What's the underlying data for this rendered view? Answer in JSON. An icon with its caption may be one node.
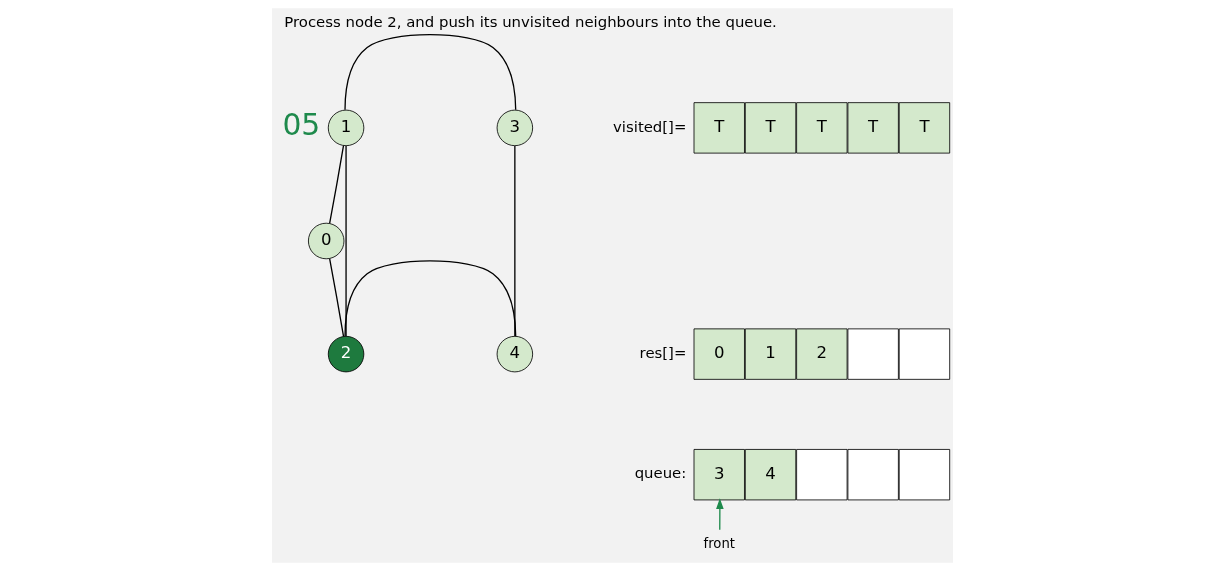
{
  "diagram": {
    "title": "Process node 2, and push its unvisited neighbours into the queue.",
    "nodes": [
      {
        "text": [
          "0"
        ]
      },
      {
        "text": [
          "1"
        ]
      },
      {
        "text": [
          "2"
        ]
      },
      {
        "text": [
          "3"
        ]
      },
      {
        "text": [
          "4"
        ]
      },
      {
        "text": [
          "T"
        ]
      },
      {
        "text": [
          "T"
        ]
      },
      {
        "text": [
          "T"
        ]
      },
      {
        "text": [
          "T"
        ]
      },
      {
        "text": [
          "T"
        ]
      },
      {
        "text": [
          "0"
        ]
      },
      {
        "text": [
          "1"
        ]
      },
      {
        "text": [
          "2"
        ]
      },
      {
        "text": [],
        "shape": "box"
      },
      {
        "text": [],
        "shape": "box"
      },
      {
        "text": [
          "3"
        ]
      },
      {
        "text": [
          "4"
        ]
      },
      {
        "text": [],
        "shape": "box"
      },
      {
        "text": [],
        "shape": "box"
      },
      {
        "text": [],
        "shape": "box"
      },
      {
        "text": [
          "front"
        ]
      }
    ],
    "edges": [
      {
        "from": 0,
        "to": 1,
        "arrow": "none"
      },
      {
        "from": 0,
        "to": 2,
        "arrow": "none"
      },
      {
        "from": 1,
        "to": 2,
        "arrow": "none"
      },
      {
        "from": 1,
        "to": 3,
        "arrow": "none"
      },
      {
        "from": 2,
        "to": 4,
        "arrow": "none"
      },
      {
        "from": 3,
        "to": 4,
        "arrow": "none"
      },
      {
        "from": 20,
        "to": 15,
        "arrow": "to",
        "color": "#1e8a4c"
      }
    ],
    "labels": [
      "05",
      "visited[]=",
      "res[]=",
      "queue:"
    ]
  }
}
